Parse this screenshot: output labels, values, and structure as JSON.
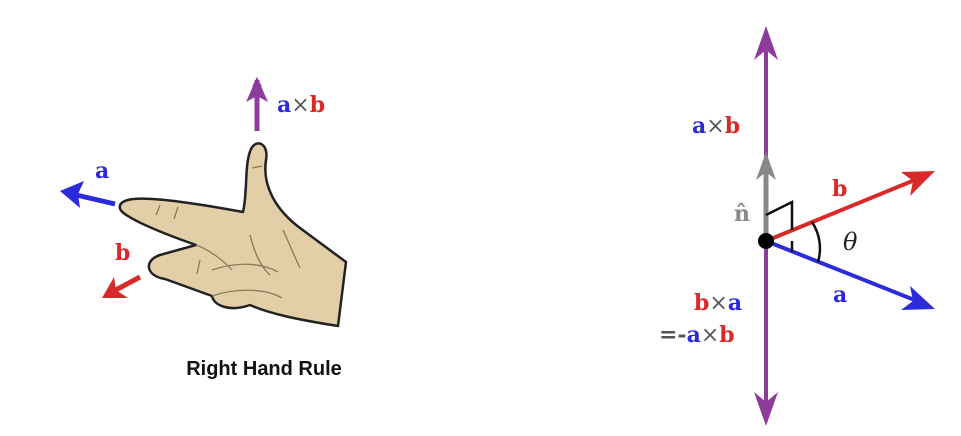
{
  "left_panel": {
    "caption": "Right Hand Rule",
    "cross_label": {
      "a": "a",
      "times": "×",
      "b": "b"
    },
    "vector_a_label": "a",
    "vector_b_label": "b"
  },
  "right_panel": {
    "cross_up": {
      "a": "a",
      "times": "×",
      "b": "b"
    },
    "normal_label": "n̂",
    "vector_b_label": "b",
    "vector_a_label": "a",
    "angle_label": "θ",
    "cross_down": {
      "b": "b",
      "times": "×",
      "a": "a"
    },
    "cross_down_eq": {
      "prefix": "=-",
      "a": "a",
      "times": "×",
      "b": "b"
    }
  },
  "colors": {
    "a": "#2b2bdc",
    "b": "#d92a2a",
    "cross": "#8e3c9c",
    "normal": "#888888",
    "hand": "#e2cfa8"
  }
}
